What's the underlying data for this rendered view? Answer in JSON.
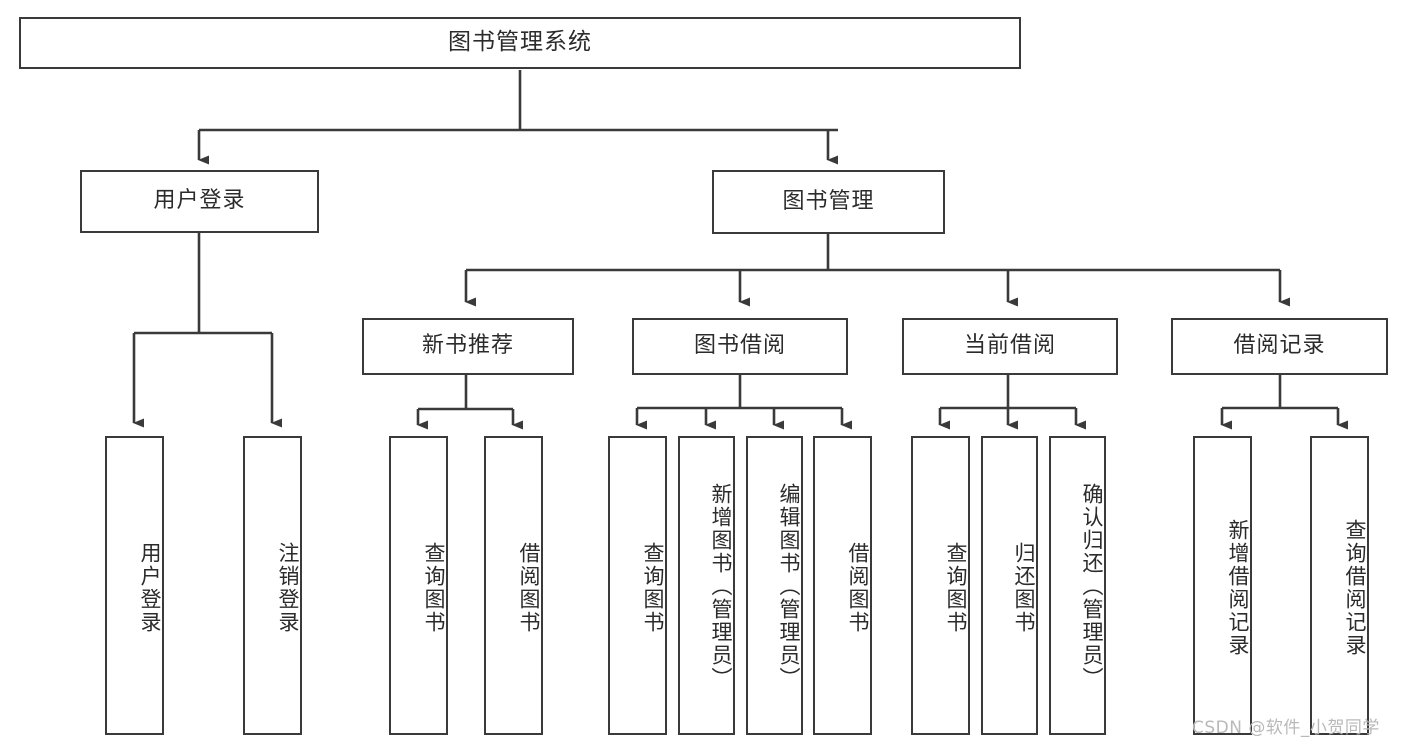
{
  "diagram": {
    "title": "图书管理系统",
    "root": {
      "label": "图书管理系统"
    },
    "level1": [
      {
        "label": "用户登录"
      },
      {
        "label": "图书管理"
      }
    ],
    "level2": [
      {
        "label": "新书推荐"
      },
      {
        "label": "图书借阅"
      },
      {
        "label": "当前借阅"
      },
      {
        "label": "借阅记录"
      }
    ],
    "leaves": {
      "user_login": [
        {
          "label": "用户登录"
        },
        {
          "label": "注销登录"
        }
      ],
      "new_book_recommend": [
        {
          "label": "查询图书"
        },
        {
          "label": "借阅图书"
        }
      ],
      "book_borrow": [
        {
          "label": "查询图书"
        },
        {
          "label": "新增图书（管理员）"
        },
        {
          "label": "编辑图书（管理员）"
        },
        {
          "label": "借阅图书"
        }
      ],
      "current_borrow": [
        {
          "label": "查询图书"
        },
        {
          "label": "归还图书"
        },
        {
          "label": "确认归还（管理员）"
        }
      ],
      "borrow_record": [
        {
          "label": "新增借阅记录"
        },
        {
          "label": "查询借阅记录"
        }
      ]
    }
  },
  "watermark": {
    "text": "CSDN @软件_小贺同学"
  },
  "colors": {
    "stroke": "#3a3a3a",
    "text": "#2b2b2b",
    "background": "#ffffff",
    "watermark": "#b9b9b9"
  }
}
